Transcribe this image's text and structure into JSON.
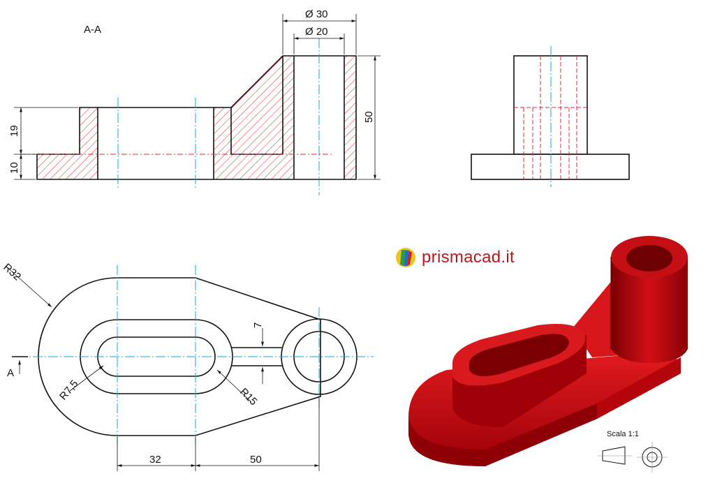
{
  "drawing": {
    "section_label": "A-A",
    "section_marker": "A",
    "dimensions": {
      "outer_diameter": "Ø 30",
      "inner_diameter": "Ø 20",
      "height_total": "50",
      "height_boss": "19",
      "base_thickness": "10",
      "radius_outer": "R32",
      "radius_slot": "R7,5",
      "radius_boss": "R15",
      "rib_width": "7",
      "slot_spacing": "32",
      "center_distance": "50"
    },
    "scale_label": "Scala 1:1"
  },
  "brand": {
    "name": "prismacad.it"
  },
  "colors": {
    "outline": "#111111",
    "hatch": "#e0242c",
    "centerline": "#1aa3d9",
    "model": "#c8090f"
  }
}
